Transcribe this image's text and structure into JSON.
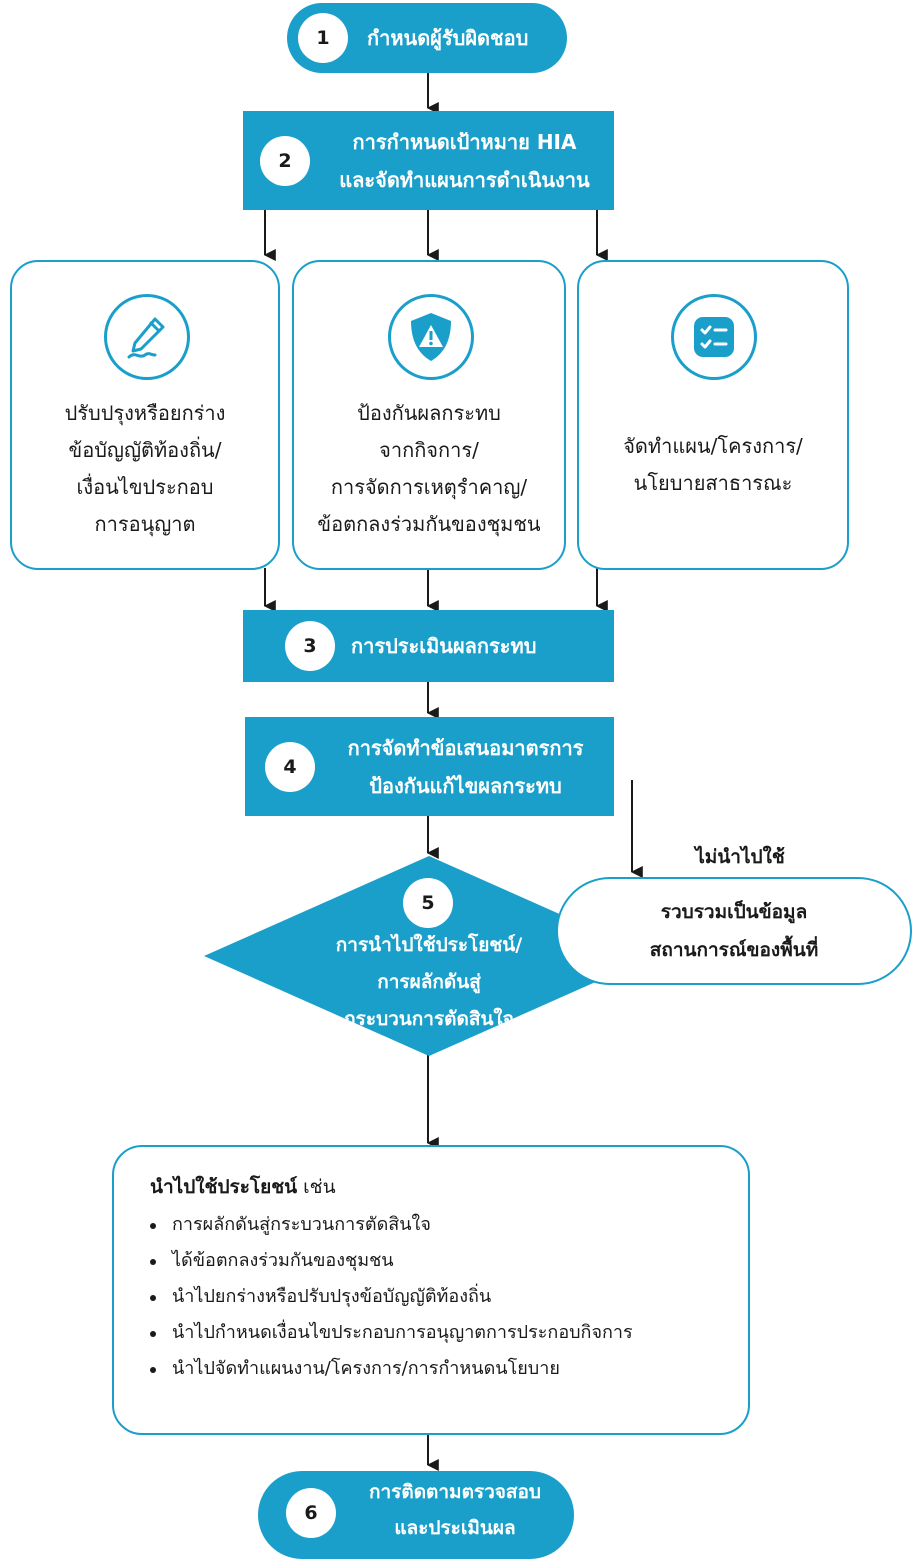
{
  "colors": {
    "primary": "#1a9fca",
    "text": "#1a1a1a",
    "white": "#ffffff"
  },
  "step1": {
    "num": "1",
    "label": "กำหนดผู้รับผิดชอบ"
  },
  "step2": {
    "num": "2",
    "line1": "การกำหนดเป้าหมาย HIA",
    "line2": "และจัดทำแผนการดำเนินงาน"
  },
  "boxes": [
    {
      "icon": "pen-icon",
      "lines": [
        "ปรับปรุงหรือยกร่าง",
        "ข้อบัญญัติท้องถิ่น/",
        "เงื่อนไขประกอบ",
        "การอนุญาต"
      ]
    },
    {
      "icon": "shield-warning-icon",
      "lines": [
        "ป้องกันผลกระทบ",
        "จากกิจการ/",
        "การจัดการเหตุรำคาญ/",
        "ข้อตกลงร่วมกันของชุมชน"
      ]
    },
    {
      "icon": "checklist-icon",
      "lines": [
        "จัดทำแผน/โครงการ/",
        "นโยบายสาธารณะ"
      ]
    }
  ],
  "step3": {
    "num": "3",
    "label": "การประเมินผลกระทบ"
  },
  "step4": {
    "num": "4",
    "line1": "การจัดทำข้อเสนอมาตรการ",
    "line2": "ป้องกันแก้ไขผลกระทบ"
  },
  "step5": {
    "num": "5",
    "lines": [
      "การนำไปใช้ประโยชน์/",
      "การผลักดันสู่",
      "กระบวนการตัดสินใจ"
    ]
  },
  "not_used": {
    "label": "ไม่นำไปใช้",
    "lines": [
      "รวบรวมเป็นข้อมูล",
      "สถานการณ์ของพื้นที่"
    ]
  },
  "used": {
    "title_bold": "นำไปใช้ประโยชน์",
    "title_rest": " เช่น",
    "items": [
      "การผลักดันสู่กระบวนการตัดสินใจ",
      "ได้ข้อตกลงร่วมกันของชุมชน",
      "นำไปยกร่างหรือปรับปรุงข้อบัญญัติท้องถิ่น",
      "นำไปกำหนดเงื่อนไขประกอบการอนุญาตการประกอบกิจการ",
      "นำไปจัดทำแผนงาน/โครงการ/การกำหนดนโยบาย"
    ]
  },
  "step6": {
    "num": "6",
    "line1": "การติดตามตรวจสอบ",
    "line2": "และประเมินผล"
  }
}
